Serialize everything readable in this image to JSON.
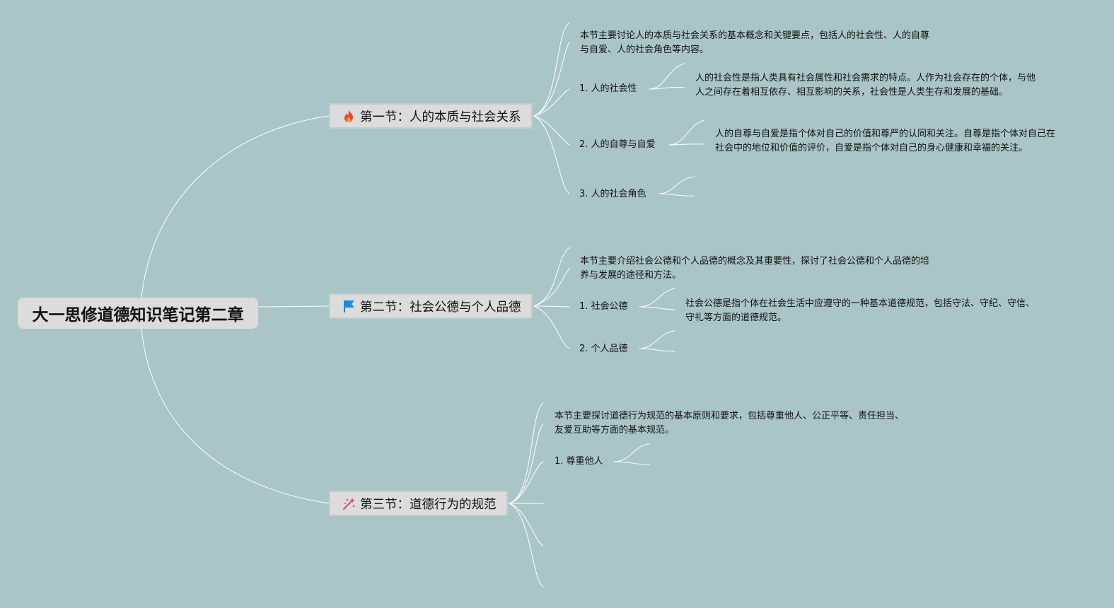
{
  "root": {
    "title": "大一思修道德知识笔记第二章"
  },
  "colors": {
    "background": "#aac5c8",
    "node_fill": "#dcdcdc",
    "connector": "#ffffff",
    "fire_icon": "#e8452c",
    "flag_icon": "#1e88d8",
    "sparkle_icon": "#e0457b"
  },
  "sections": [
    {
      "title": "第一节：人的本质与社会关系",
      "icon": "fire-icon",
      "summary": "本节主要讨论人的本质与社会关系的基本概念和关键要点，包括人的社会性、人的自尊与自爱、人的社会角色等内容。",
      "items": [
        {
          "label": "1. 人的社会性",
          "note": "人的社会性是指人类具有社会属性和社会需求的特点。人作为社会存在的个体，与他人之间存在着相互依存、相互影响的关系，社会性是人类生存和发展的基础。"
        },
        {
          "label": "2. 人的自尊与自爱",
          "note": "人的自尊与自爱是指个体对自己的价值和尊严的认同和关注。自尊是指个体对自己在社会中的地位和价值的评价，自爱是指个体对自己的身心健康和幸福的关注。"
        },
        {
          "label": "3. 人的社会角色",
          "note": ""
        }
      ]
    },
    {
      "title": "第二节：社会公德与个人品德",
      "icon": "flag-icon",
      "summary": "本节主要介绍社会公德和个人品德的概念及其重要性，探讨了社会公德和个人品德的培养与发展的途径和方法。",
      "items": [
        {
          "label": "1. 社会公德",
          "note": "社会公德是指个体在社会生活中应遵守的一种基本道德规范，包括守法、守纪、守信、守礼等方面的道德规范。"
        },
        {
          "label": "2. 个人品德",
          "note": ""
        }
      ]
    },
    {
      "title": "第三节：道德行为的规范",
      "icon": "sparkle-icon",
      "summary": "本节主要探讨道德行为规范的基本原则和要求，包括尊重他人、公正平等、责任担当、友爱互助等方面的基本规范。",
      "items": [
        {
          "label": "1. 尊重他人",
          "note": ""
        }
      ]
    }
  ]
}
